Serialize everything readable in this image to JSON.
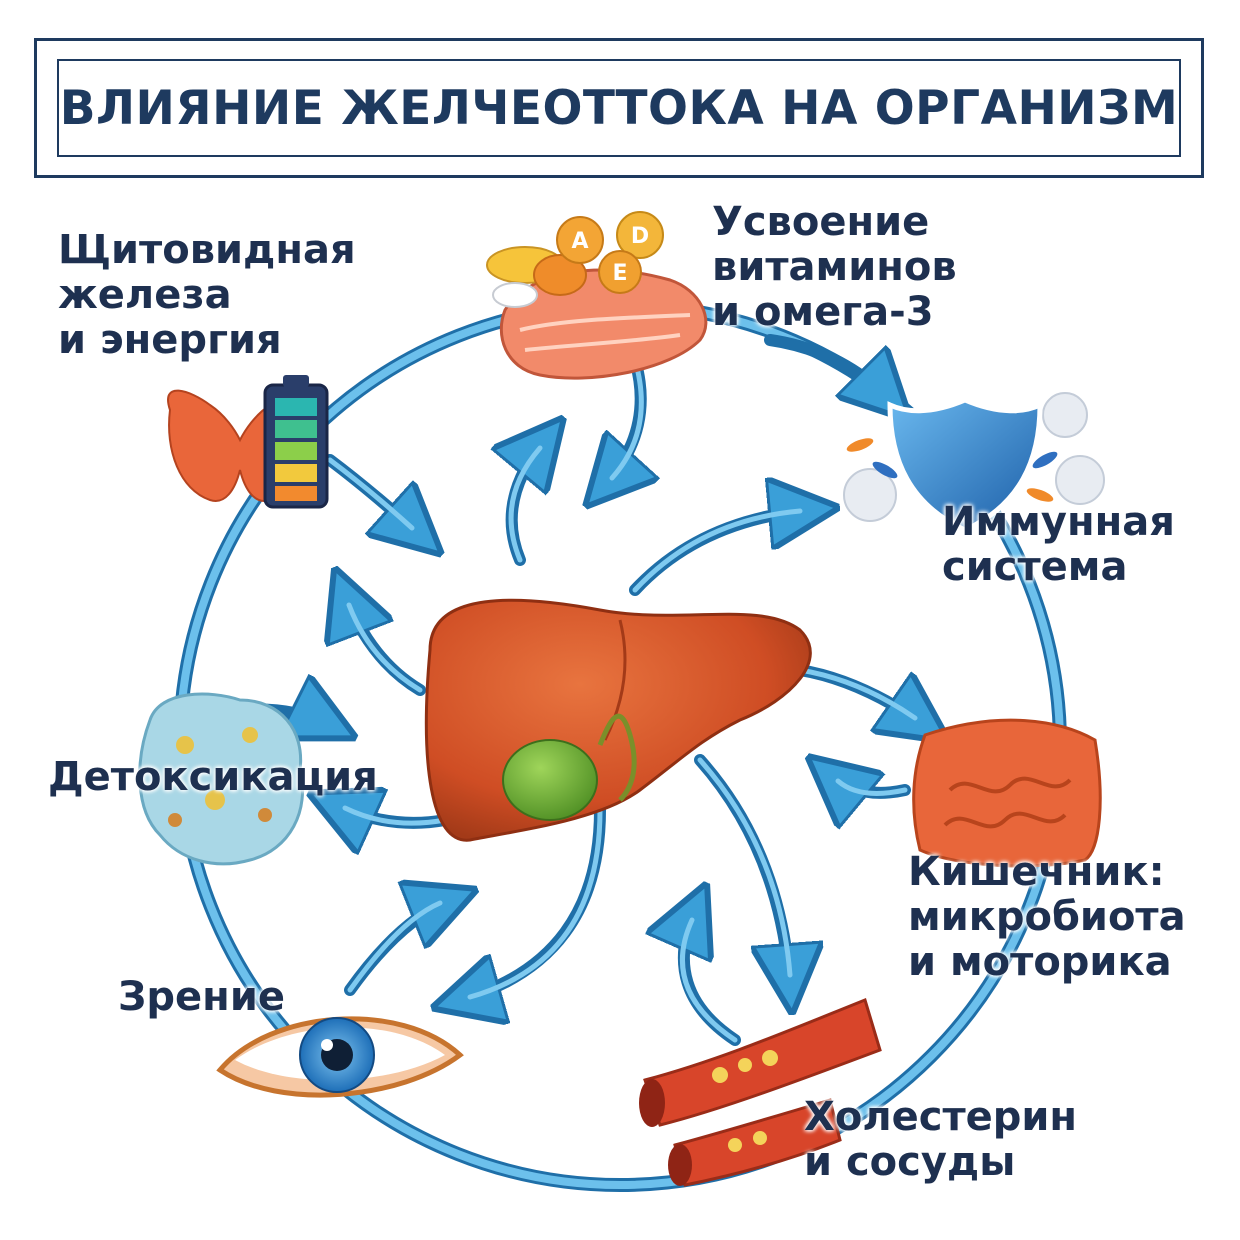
{
  "title": "ВЛИЯНИЕ ЖЕЛЧЕОТТОКА НА ОРГАНИЗМ",
  "nodes": {
    "thyroid": {
      "lines": [
        "Щитовидная",
        "железа",
        "и энергия"
      ]
    },
    "vitamins": {
      "lines": [
        "Усвоение",
        "витаминов",
        "и омега-3"
      ],
      "vitamin_letters": [
        "A",
        "D",
        "E"
      ]
    },
    "immune": {
      "lines": [
        "Иммунная",
        "система"
      ]
    },
    "intestine": {
      "lines": [
        "Кишечник:",
        "микробиота",
        "и моторика"
      ]
    },
    "cholesterol": {
      "lines": [
        "Холестерин",
        "и сосуды"
      ]
    },
    "vision": {
      "lines": [
        "Зрение"
      ]
    },
    "detox": {
      "lines": [
        "Детоксикация"
      ]
    }
  },
  "colors": {
    "accent": "#1e3a5f",
    "arrow": "#3a9fd8",
    "arrow_dark": "#1f6fa8",
    "liver": "#d2522a",
    "gallbladder": "#6fae35"
  }
}
